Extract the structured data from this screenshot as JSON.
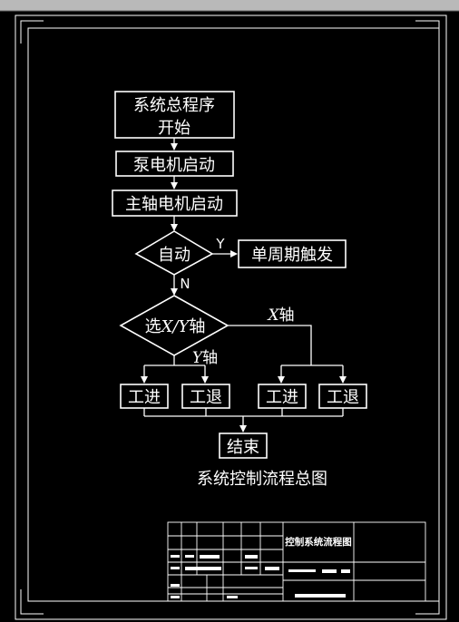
{
  "colors": {
    "background": "#000000",
    "foreground": "#ffffff",
    "top_strip": "#b9b9b9"
  },
  "flow": {
    "start_line1": "系统总程序",
    "start_line2": "开始",
    "pump_start": "泵电机启动",
    "spindle_start": "主轴电机启动",
    "auto_decision": "自动",
    "yes_label": "Y",
    "no_label": "N",
    "single_cycle": "单周期触发",
    "axis_select_prefix": "选",
    "axis_select_x": "X",
    "axis_select_slash": "/",
    "axis_select_y": "Y",
    "axis_select_suffix": "轴",
    "x_axis_italic": "X",
    "x_axis_suffix": "轴",
    "y_axis_italic": "Y",
    "y_axis_suffix": "轴",
    "work_advance_1": "工进",
    "work_retreat_1": "工退",
    "work_advance_2": "工进",
    "work_retreat_2": "工退",
    "end": "结束"
  },
  "caption": "系统控制流程总图",
  "title_block": {
    "drawing_title": "控制系统流程图"
  }
}
